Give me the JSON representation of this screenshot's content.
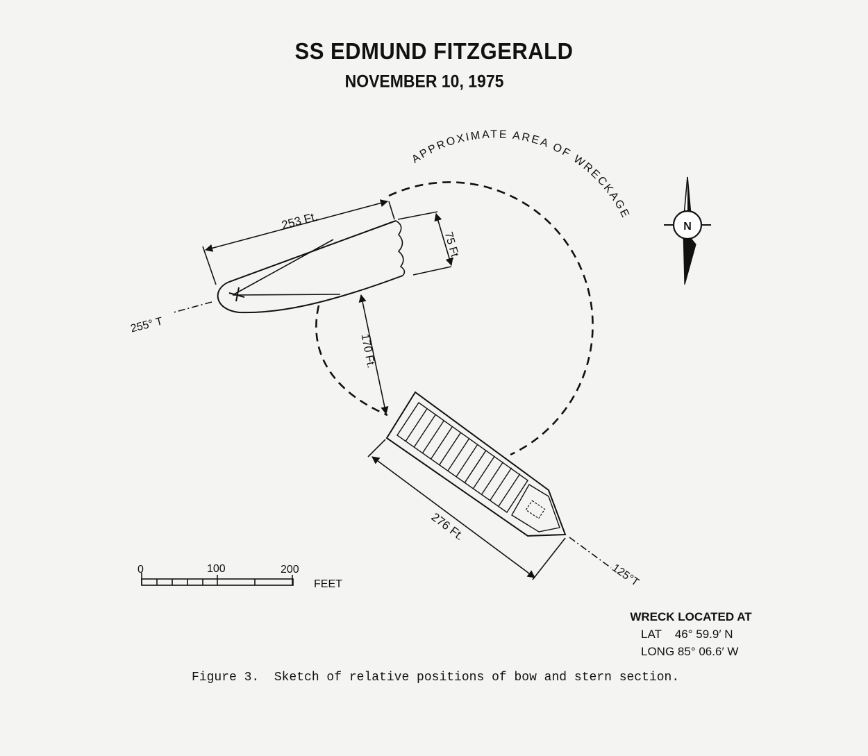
{
  "header": {
    "title": "SS EDMUND FITZGERALD",
    "date": "NOVEMBER 10, 1975"
  },
  "diagram": {
    "wreckage_area_label": "APPROXIMATE AREA OF WRECKAGE",
    "bow_length_label": "253 Ft.",
    "bow_beam_label": "75 Ft.",
    "separation_label": "170 Ft.",
    "stern_length_label": "276 Ft.",
    "bow_heading_label": "255° T",
    "stern_heading_label": "125°T",
    "compass_label": "N"
  },
  "scale_bar": {
    "ticks": [
      "0",
      "100",
      "200"
    ],
    "unit": "FEET"
  },
  "location": {
    "heading": "WRECK LOCATED AT",
    "lat_label": "LAT",
    "lat_value": "46° 59.9′ N",
    "long_label": "LONG",
    "long_value": "85° 06.6′ W"
  },
  "caption": "Figure 3.  Sketch of relative positions of bow and stern section.",
  "colors": {
    "ink": "#111111",
    "paper": "#f4f4f2"
  }
}
